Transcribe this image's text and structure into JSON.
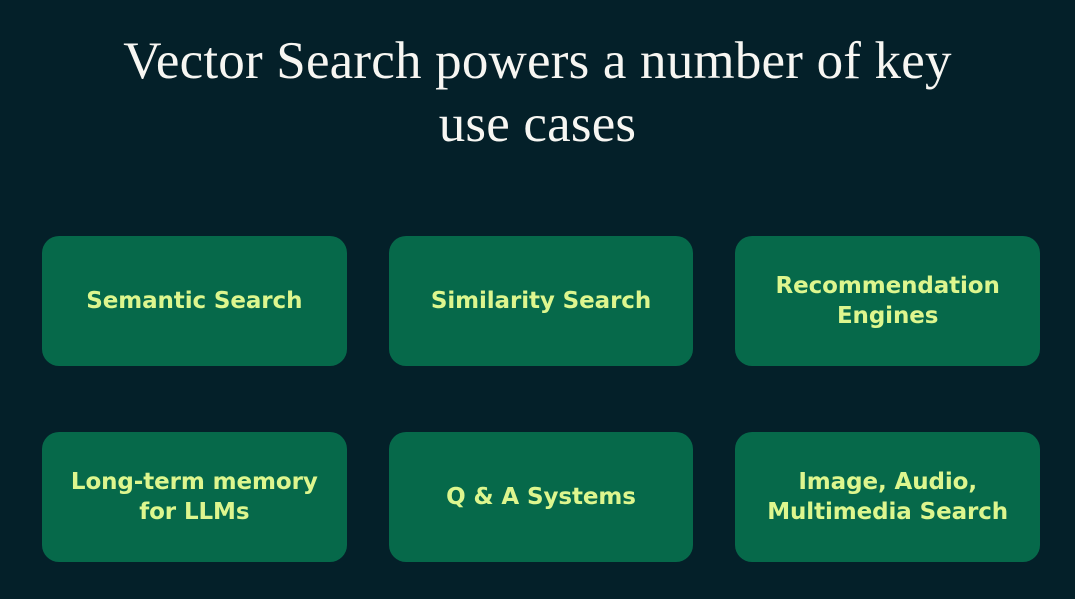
{
  "slide": {
    "background_color": "#042029",
    "title": "Vector Search powers a number of key\nuse cases",
    "title_color": "#f7f6f2"
  },
  "cards": {
    "background_color": "#06694a",
    "text_color": "#ddf68e",
    "items": [
      {
        "label": "Semantic Search"
      },
      {
        "label": "Similarity Search"
      },
      {
        "label": "Recommendation\nEngines"
      },
      {
        "label": "Long-term memory\nfor LLMs"
      },
      {
        "label": "Q & A Systems"
      },
      {
        "label": "Image, Audio,\nMultimedia Search"
      }
    ]
  }
}
